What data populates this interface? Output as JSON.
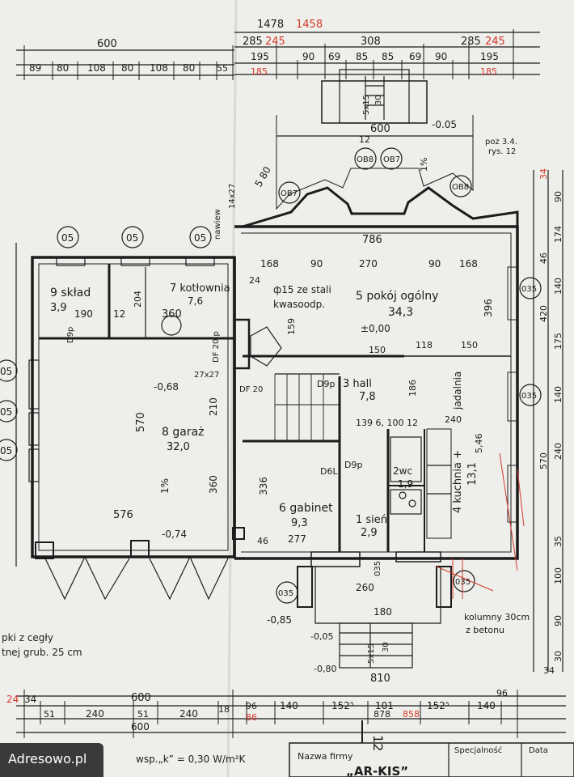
{
  "plan": {
    "top_dims": {
      "overall": "1478",
      "overall_red": "1458",
      "left_total": "600",
      "left_row": [
        "89",
        "80",
        "108",
        "80",
        "108",
        "80",
        "55"
      ],
      "right_row1": [
        "285",
        "308",
        "285"
      ],
      "right_row1_red": [
        "245",
        "245"
      ],
      "right_row2": [
        "195",
        "90",
        "69",
        "85",
        "85",
        "69",
        "90",
        "195"
      ],
      "right_row2_red": [
        "185",
        "185"
      ]
    },
    "bay": {
      "width": "600",
      "stair": "5x15",
      "stair2": "30",
      "level": "-0.05",
      "pitch": "1%",
      "poz": "poz 3.4.",
      "rys": "rys. 12",
      "ob_labels": [
        "OB8",
        "OB7",
        "OB7",
        "OB8"
      ],
      "dim_580": "5 80",
      "dim_12": "12"
    },
    "window_markers": [
      "05",
      "05",
      "05",
      "05",
      "05",
      "05",
      "035",
      "035",
      "035",
      "035",
      "035"
    ],
    "rooms": {
      "sklad": {
        "name": "9 skład",
        "area": "3,9"
      },
      "kotlownia": {
        "name": "7 kotłownia",
        "area": "7,6"
      },
      "pokoj": {
        "name": "5 pokój ogólny",
        "area": "34,3"
      },
      "hall": {
        "name": "3 hall",
        "area": "7,8"
      },
      "garaz": {
        "name": "8 garaż",
        "area": "32,0"
      },
      "gabinet": {
        "name": "6 gabinet",
        "area": "9,3"
      },
      "sien": {
        "name": "1 sień",
        "area": "2,9"
      },
      "wc": {
        "name": "2wc",
        "area": "1,9"
      },
      "kuchnia": {
        "name": "4 kuchnia +",
        "area": "13,1"
      },
      "jadalnia": {
        "name": "jadalnia"
      }
    },
    "inner_dims": {
      "d786": "786",
      "d168a": "168",
      "d90a": "90",
      "d270": "270",
      "d90b": "90",
      "d168b": "168",
      "d190": "190",
      "d12": "12",
      "d204": "204",
      "d360": "360",
      "d396": "396",
      "d570": "570",
      "d576": "576",
      "d360b": "360",
      "d210": "210",
      "d336": "336",
      "d277": "277",
      "d260": "260",
      "d180": "180",
      "d810": "810",
      "d139": "139 6, 100 12",
      "d240": "240",
      "d546": "5,46",
      "d186": "186",
      "d150a": "150",
      "d118": "118",
      "d150b": "150",
      "d159": "159",
      "d46": "46",
      "d24": "24"
    },
    "labels": {
      "nawiew": "nawiew",
      "nawiew_size": "14x27",
      "d15": "ф15 ze stali",
      "kwaso": "kwasoodp.",
      "level0": "±0,00",
      "level_garage": "-0,68",
      "level_074": "-0,74",
      "pitch_garage": "1%",
      "d6l": "D6L",
      "d9p": "D9p",
      "d9p2": "D9p",
      "df20": "DF 20 p",
      "df20b": "DF 20",
      "d9p3": "D9p",
      "k27": "27x27",
      "kolumny": "kolumny 30cm",
      "beton": "z betonu",
      "lvl_085": "-0,85",
      "lvl_005": "-0,05",
      "lvl_080": "-0,80",
      "stair_s": "5x15",
      "stair_s2": "30",
      "cegly1": "pki z cegły",
      "cegly2": "tnej grub. 25 cm",
      "wsp": "wsp.„k” = 0,30 W/m²K"
    },
    "right_dims": [
      "34",
      "90",
      "174",
      "46",
      "140",
      "420",
      "175",
      "140",
      "240",
      "570",
      "35",
      "100",
      "90",
      "30"
    ],
    "bottom_dims": {
      "row1": [
        "34",
        "600",
        "810",
        "34"
      ],
      "row2": [
        "51",
        "240",
        "51",
        "240",
        "18",
        "96",
        "140",
        "152⁵",
        "101",
        "152⁵",
        "140",
        "96"
      ],
      "row3": [
        "600",
        "878"
      ],
      "row3_red": [
        "858"
      ],
      "red_24": "24",
      "red_86": "86"
    },
    "title_block": {
      "nazwa": "Nazwa firmy",
      "firma": "„AR-KIS”",
      "spec": "Specjalność",
      "data": "Data",
      "sheet": "12"
    }
  },
  "watermark": {
    "text": "Adresowo.pl"
  },
  "colors": {
    "paper": "#f3f3f1",
    "ink": "#1c1c1c",
    "red": "#d43a2a"
  }
}
